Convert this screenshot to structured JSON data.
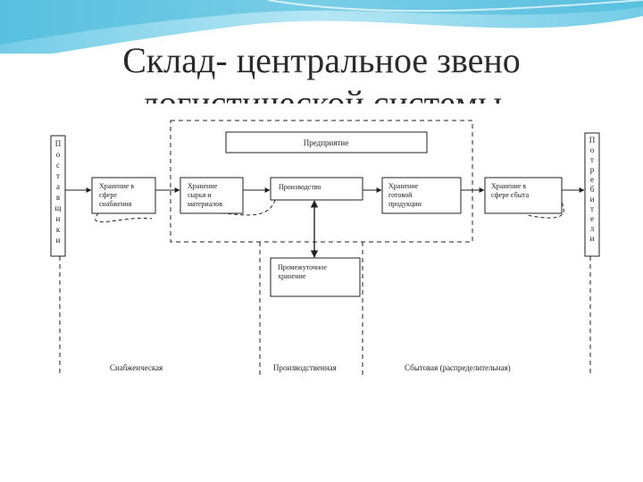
{
  "title": {
    "line1": "Склад- центральное звено",
    "line2": "логистической системы"
  },
  "diagram": {
    "enterprise": "Предприятие",
    "suppliers_letters": [
      "П",
      "о",
      "с",
      "т",
      "а",
      "в",
      "щ",
      "и",
      "к",
      "и"
    ],
    "consumers_letters": [
      "П",
      "о",
      "т",
      "р",
      "е",
      "б",
      "и",
      "т",
      "е",
      "л",
      "и"
    ],
    "boxes": {
      "supply_storage": [
        "Хранение в",
        "сфере",
        "снабжения"
      ],
      "raw_storage": [
        "Хранение",
        "сырья и",
        "материалов"
      ],
      "production": [
        "Производство"
      ],
      "finished_storage": [
        "Хранение",
        "готовой",
        "продукции"
      ],
      "sales_storage": [
        "Хранение в",
        "сфере сбыта"
      ],
      "intermediate": [
        "Промежуточное",
        "хранение"
      ]
    },
    "zones": {
      "supply": "Снабженческая",
      "production": "Производственная",
      "sales": "Сбытовая (распределительная)"
    }
  },
  "colors": {
    "title_text": "#2b2b2b",
    "line": "#222222",
    "header_blue": "#7fd0e8"
  }
}
